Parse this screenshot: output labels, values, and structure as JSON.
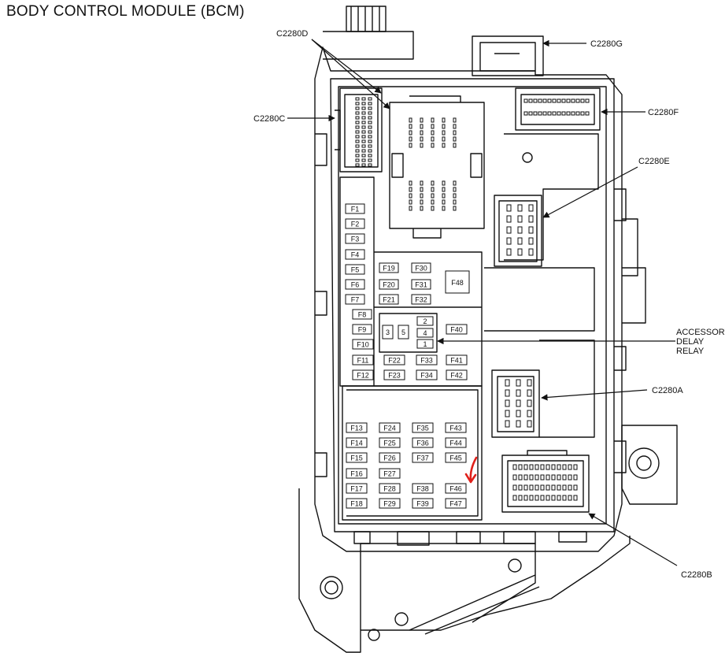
{
  "title": "BODY CONTROL MODULE (BCM)",
  "colors": {
    "line": "#111111",
    "marker": "#e0201a",
    "background": "#ffffff"
  },
  "callouts": {
    "c2280d": "C2280D",
    "c2280g": "C2280G",
    "c2280c": "C2280C",
    "c2280f": "C2280F",
    "c2280e": "C2280E",
    "c2280a": "C2280A",
    "c2280b": "C2280B",
    "relay_line1": "ACCESSORY",
    "relay_line2": "DELAY",
    "relay_line3": "RELAY"
  },
  "fuses": {
    "f1": "F1",
    "f2": "F2",
    "f3": "F3",
    "f4": "F4",
    "f5": "F5",
    "f6": "F6",
    "f7": "F7",
    "f8": "F8",
    "f9": "F9",
    "f10": "F10",
    "f11": "F11",
    "f12": "F12",
    "f13": "F13",
    "f14": "F14",
    "f15": "F15",
    "f16": "F16",
    "f17": "F17",
    "f18": "F18",
    "f19": "F19",
    "f20": "F20",
    "f21": "F21",
    "f22": "F22",
    "f23": "F23",
    "f24": "F24",
    "f25": "F25",
    "f26": "F26",
    "f27": "F27",
    "f28": "F28",
    "f29": "F29",
    "f30": "F30",
    "f31": "F31",
    "f32": "F32",
    "f33": "F33",
    "f34": "F34",
    "f35": "F35",
    "f36": "F36",
    "f37": "F37",
    "f38": "F38",
    "f39": "F39",
    "f40": "F40",
    "f41": "F41",
    "f42": "F42",
    "f43": "F43",
    "f44": "F44",
    "f45": "F45",
    "f46": "F46",
    "f47": "F47",
    "f48": "F48"
  },
  "relay_pins": {
    "p1": "1",
    "p2": "2",
    "p3": "3",
    "p4": "4",
    "p5": "5"
  }
}
